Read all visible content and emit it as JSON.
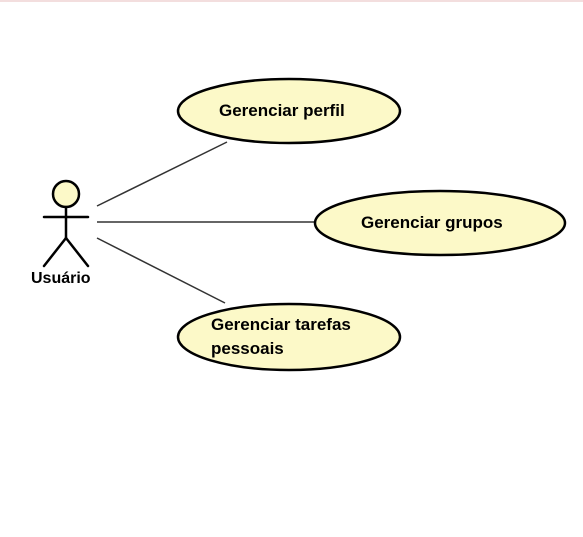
{
  "actor": {
    "name": "Usuário",
    "icon": "stick-figure-icon"
  },
  "use_cases": [
    {
      "label": "Gerenciar perfil"
    },
    {
      "label": "Gerenciar grupos"
    },
    {
      "label_line1": "Gerenciar tarefas",
      "label_line2": "pessoais"
    }
  ],
  "colors": {
    "use_case_fill": "#fcf9c8",
    "stroke": "#000000",
    "line": "#333333"
  }
}
